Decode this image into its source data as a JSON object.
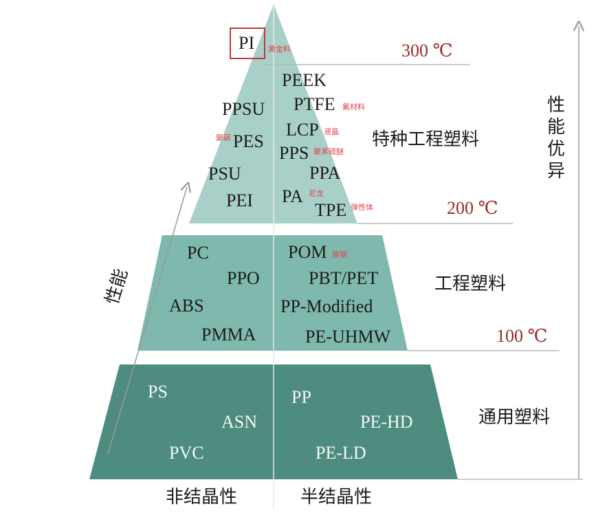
{
  "colors": {
    "top_fill": "#a9d0c8",
    "mid_fill": "#7fb8ac",
    "bottom_fill": "#4e8c80",
    "temp_red": "#9b2a2a",
    "note_red": "#e0444e",
    "pi_box": "#c0373a",
    "line_gray": "#b9b9b9"
  },
  "temperatures": {
    "t300": "300 ℃",
    "t200": "200 ℃",
    "t100": "100 ℃"
  },
  "tiers": {
    "special": "特种工程塑料",
    "engineering": "工程塑料",
    "general": "通用塑料"
  },
  "axes": {
    "left_arrow_label": "性能",
    "right_label_chars": [
      "性",
      "能",
      "优",
      "异"
    ],
    "bottom_left": "非结晶性",
    "bottom_right": "半结晶性"
  },
  "top_tier": {
    "pi": {
      "name": "PI",
      "note": "黄金料"
    },
    "amorphous": [
      "PPSU",
      "PES",
      "PSU",
      "PEI"
    ],
    "pes_note": "聚砜",
    "crystalline": [
      {
        "name": "PEEK",
        "note": ""
      },
      {
        "name": "PTFE",
        "note": "氟材料"
      },
      {
        "name": "LCP",
        "note": "液晶"
      },
      {
        "name": "PPS",
        "note": "聚苯硫醚"
      },
      {
        "name": "PPA",
        "note": ""
      },
      {
        "name": "PA",
        "note": "尼龙"
      },
      {
        "name": "TPE",
        "note": "弹性体"
      }
    ]
  },
  "mid_tier": {
    "amorphous": [
      "PC",
      "PPO",
      "ABS",
      "PMMA"
    ],
    "crystalline": [
      {
        "name": "POM",
        "note": "赛钢"
      },
      {
        "name": "PBT/PET",
        "note": ""
      },
      {
        "name": "PP-Modified",
        "note": ""
      },
      {
        "name": "PE-UHMW",
        "note": ""
      }
    ]
  },
  "bottom_tier": {
    "amorphous": [
      "PS",
      "ASN",
      "PVC"
    ],
    "crystalline": [
      "PP",
      "PE-HD",
      "PE-LD"
    ]
  }
}
